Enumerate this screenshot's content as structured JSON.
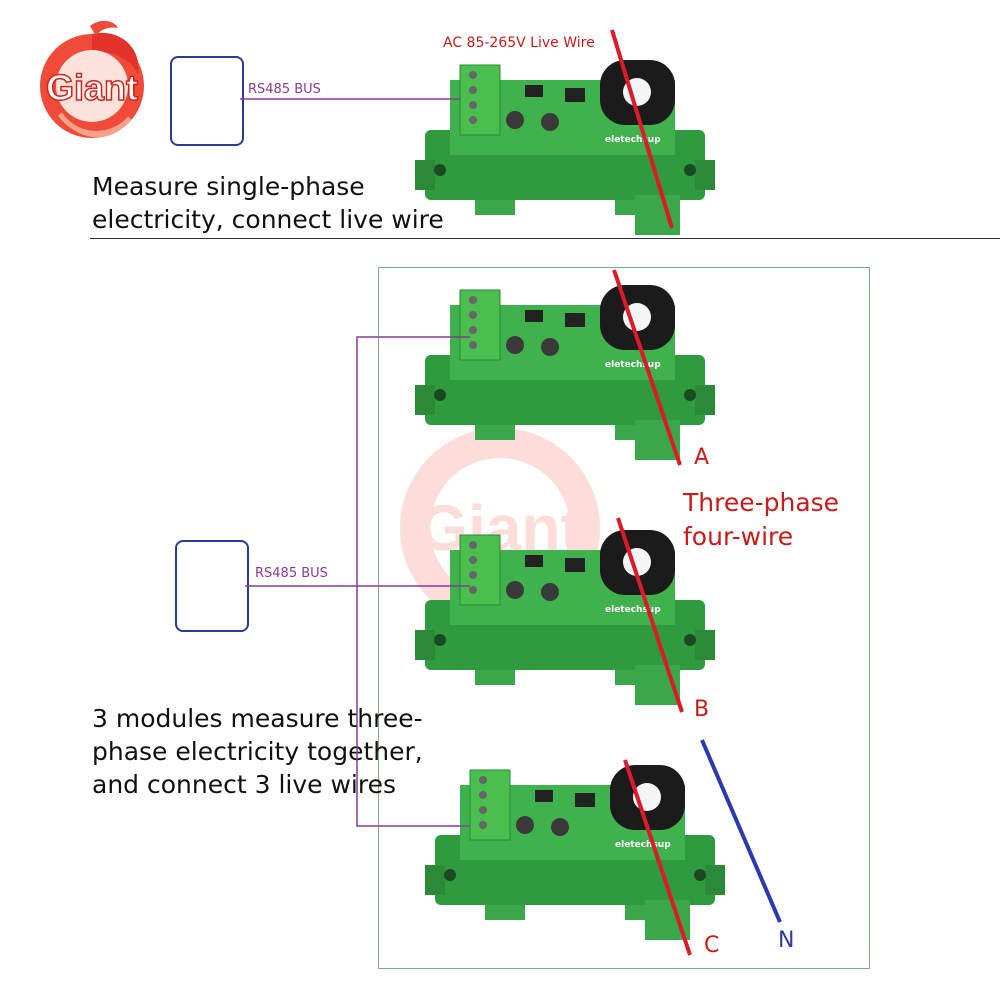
{
  "logo": {
    "text": "Giant",
    "icon": "giant-fish-logo-icon"
  },
  "watermark": {
    "text": "Giant"
  },
  "single_phase": {
    "live_wire_label": "AC 85-265V Live Wire",
    "bus_label": "RS485 BUS",
    "caption": "Measure single-phase\nelectricity, connect live wire"
  },
  "three_phase": {
    "bus_label": "RS485 BUS",
    "title": "Three-phase\nfour-wire",
    "caption": "3 modules measure three-\nphase electricity together,\nand connect 3 live wires",
    "phases": [
      "A",
      "B",
      "C"
    ],
    "neutral": "N"
  },
  "module": {
    "brand": "eletechsup",
    "icon": "din-rail-module-icon"
  },
  "colors": {
    "live_wire": "#dd1a2a",
    "neutral_wire": "#2a3ab0",
    "bus_line": "#8a3a9a",
    "board_green": "#3aa84a",
    "controller_border": "#2a3a9a"
  }
}
